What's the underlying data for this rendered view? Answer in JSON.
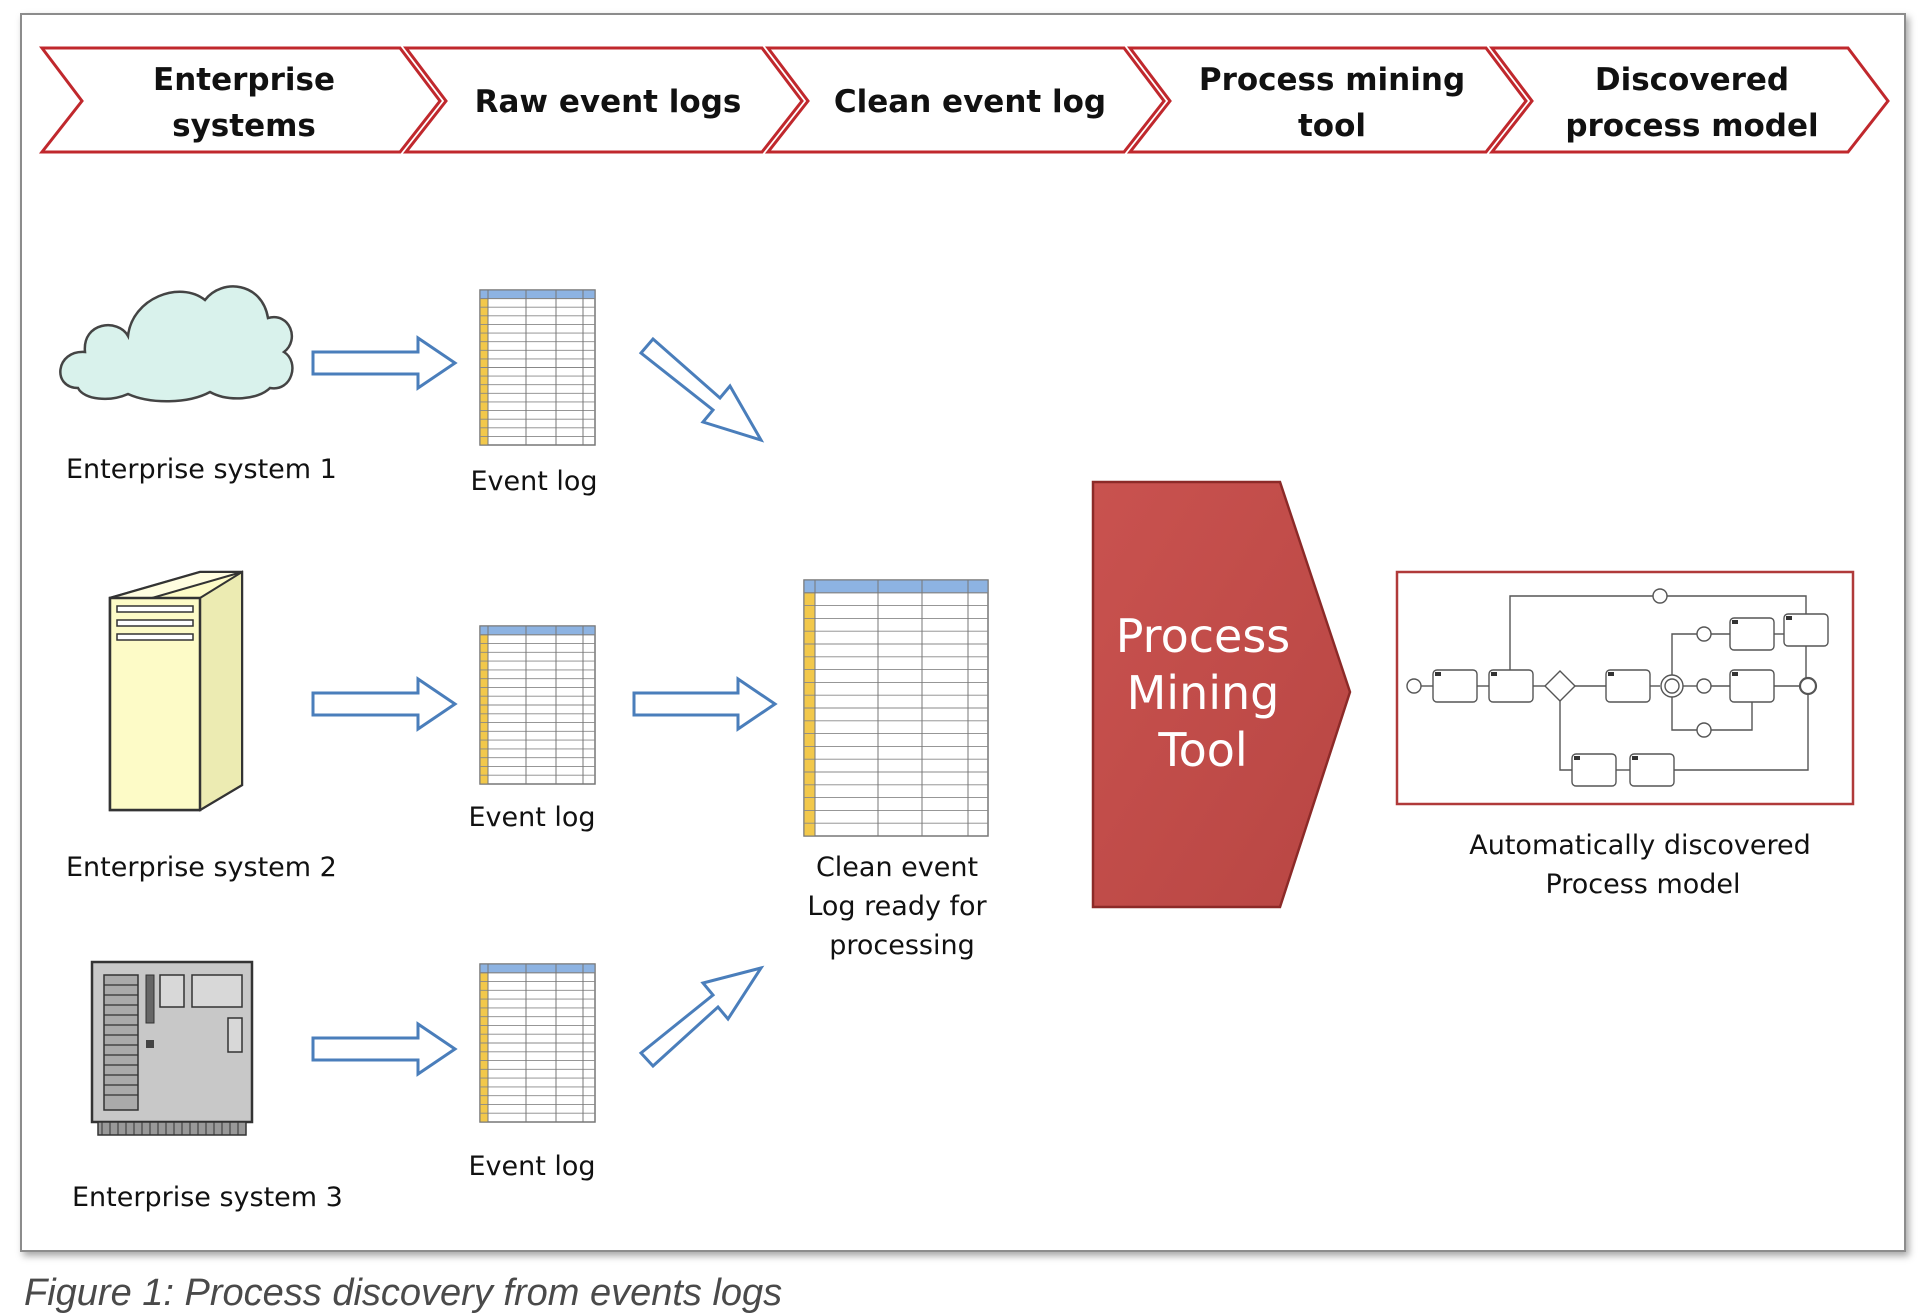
{
  "stages": [
    {
      "lines": [
        "Enterprise",
        "systems"
      ]
    },
    {
      "lines": [
        "Raw event logs"
      ]
    },
    {
      "lines": [
        "Clean event log"
      ]
    },
    {
      "lines": [
        "Process mining",
        "tool"
      ]
    },
    {
      "lines": [
        "Discovered",
        "process model"
      ]
    }
  ],
  "systems": [
    {
      "label": "Enterprise system 1",
      "icon": "cloud-icon"
    },
    {
      "label": "Enterprise system 2",
      "icon": "server-tower-icon"
    },
    {
      "label": "Enterprise system 3",
      "icon": "mainframe-icon"
    }
  ],
  "event_logs": [
    {
      "label": "Event log"
    },
    {
      "label": "Event log"
    },
    {
      "label": "Event log"
    }
  ],
  "clean_log": {
    "lines": [
      "Clean event",
      "Log ready for",
      "processing"
    ]
  },
  "process_mining_tool": {
    "lines": [
      "Process",
      "Mining",
      "Tool"
    ]
  },
  "process_model": {
    "lines": [
      "Automatically discovered",
      "Process model"
    ]
  },
  "caption": "Figure 1: Process discovery from events logs",
  "colors": {
    "chevron_border": "#c0282d",
    "arrow_outline": "#4a7ebb",
    "tool_fill": "#c0504d",
    "tool_border": "#8c2a28",
    "cloud_fill": "#d9f2ec",
    "server_fill": "#fdfbc7",
    "mainframe_fill": "#c8c8c8",
    "table_header": "#8db3e2",
    "table_first_col": "#f2c84b"
  }
}
